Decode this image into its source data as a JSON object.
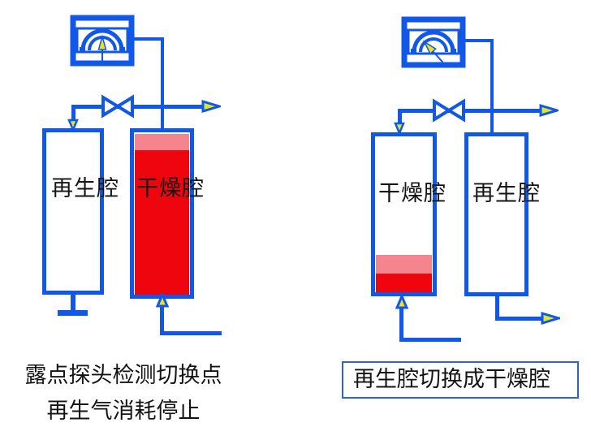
{
  "colors": {
    "blue": "#1157E8",
    "red": "#EF050E",
    "pink": "#F4858E",
    "arrow_yellow": "#DCE826",
    "needle_yellow": "#F2E018",
    "ink": "#141414",
    "box_border": "#2B62D4"
  },
  "left": {
    "column1_label": "再生腔",
    "column2_label": "干燥腔",
    "caption_line1": "露点探头检测切换点",
    "caption_line2": "再生气消耗停止"
  },
  "right": {
    "column1_label": "干燥腔",
    "column2_label": "再生腔",
    "caption": "再生腔切换成干燥腔"
  },
  "icons": {
    "gauge": "dew-point-gauge-icon",
    "valve": "valve-icon",
    "flow_arrow": "flow-arrow-icon",
    "ground": "ground-icon"
  }
}
